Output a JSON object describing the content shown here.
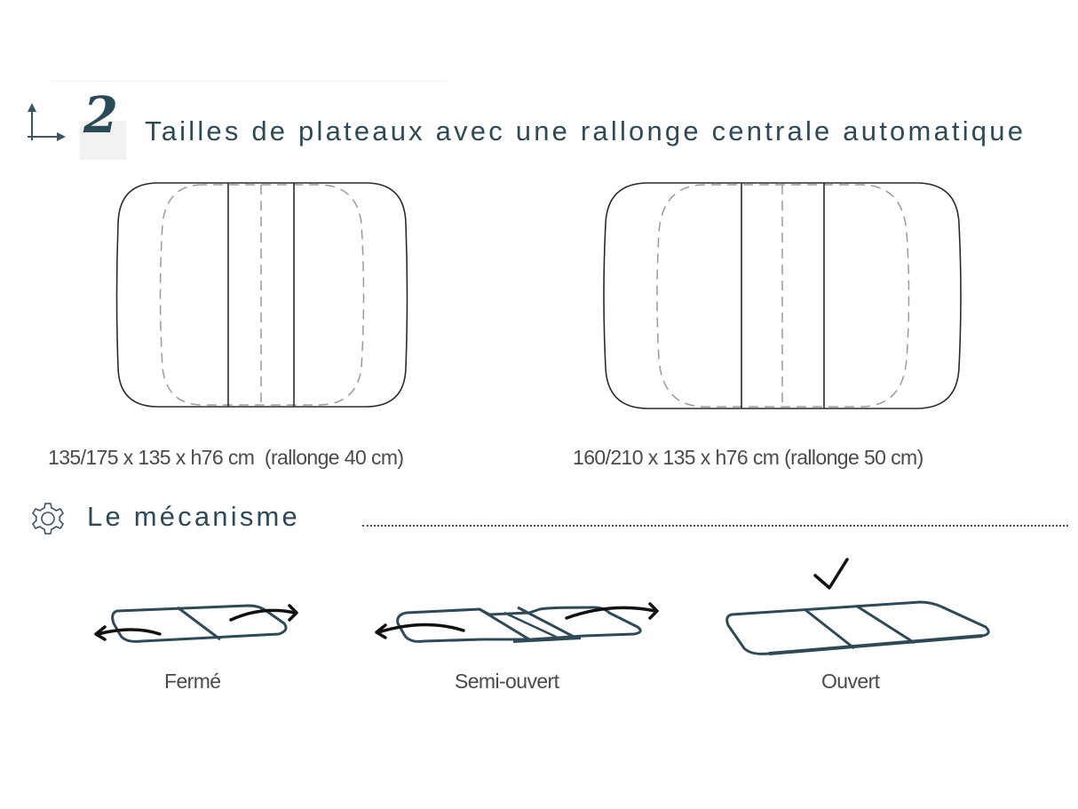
{
  "section_sizes": {
    "number": "2",
    "title": "Tailles de plateaux avec une rallonge centrale automatique",
    "icon": "dimensions-axes-icon"
  },
  "tables": [
    {
      "caption": "135/175 x 135 x h76 cm  (rallonge 40 cm)",
      "closed_length_cm": 135,
      "open_length_cm": 175,
      "width_cm": 135,
      "height_cm": 76,
      "extension_cm": 40
    },
    {
      "caption": "160/210 x 135 x h76 cm (rallonge 50 cm)",
      "closed_length_cm": 160,
      "open_length_cm": 210,
      "width_cm": 135,
      "height_cm": 76,
      "extension_cm": 50
    }
  ],
  "section_mechanism": {
    "title": "Le mécanisme",
    "icon": "gear-icon"
  },
  "mechanism_states": [
    {
      "label": "Fermé",
      "icon": "table-closed-icon"
    },
    {
      "label": "Semi-ouvert",
      "icon": "table-semi-open-icon"
    },
    {
      "label": "Ouvert",
      "icon": "table-open-icon",
      "checked": true
    }
  ],
  "colors": {
    "accent": "#2f4a57",
    "text": "#4a4a4a",
    "number_bg": "#f3f2f0",
    "outline": "#2a2a2a",
    "dashed": "#9a9a9a"
  }
}
